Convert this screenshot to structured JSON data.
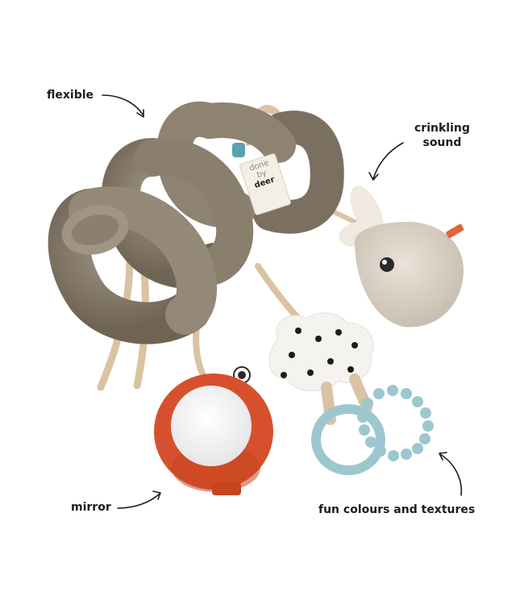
{
  "labels": {
    "flexible": "flexible",
    "crinkling_line1": "crinkling",
    "crinkling_line2": "sound",
    "mirror": "mirror",
    "fun": "fun colours and textures"
  },
  "tag": {
    "line1": "done",
    "line2": "by",
    "line3": "deer"
  },
  "colors": {
    "spiral": "#8e8271",
    "spiral_shadow": "#6f6454",
    "strap": "#d9c3a3",
    "bunny": "#d8d0c4",
    "mirror_ring": "#d7502e",
    "teether": "#9cc7cf",
    "cloud": "#f5f3ef",
    "text": "#1d1d1b"
  }
}
